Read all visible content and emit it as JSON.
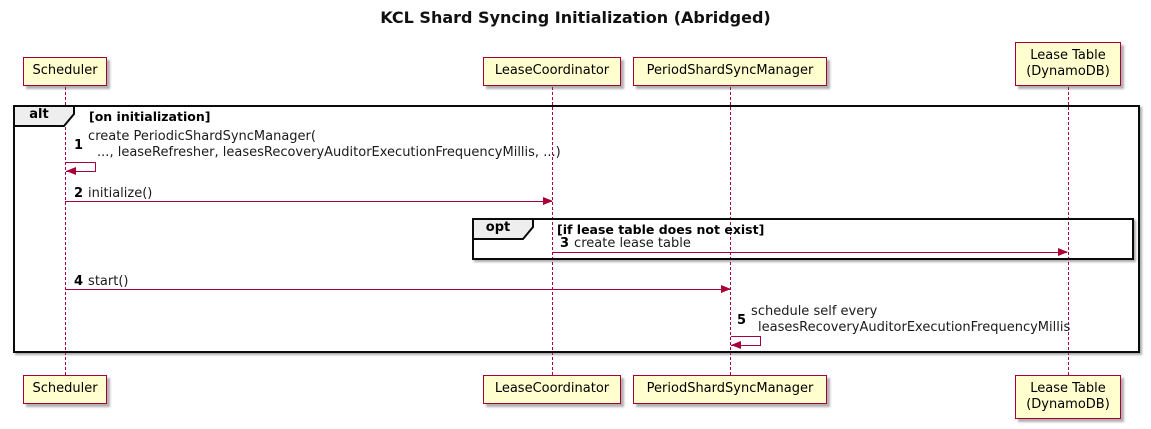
{
  "title": "KCL Shard Syncing Initialization (Abridged)",
  "colors": {
    "participant_fill": "#FEFECE",
    "participant_border": "#A80036",
    "arrow": "#A80036",
    "lifeline": "#A80036",
    "frame_border": "#0A0A0A",
    "frame_label_fill": "#EEEEEE"
  },
  "participants": {
    "scheduler": "Scheduler",
    "lease_coordinator": "LeaseCoordinator",
    "period_shard_sync_manager": "PeriodShardSyncManager",
    "lease_table_line1": "Lease Table",
    "lease_table_line2": "(DynamoDB)"
  },
  "frames": {
    "alt": {
      "operator": "alt",
      "condition": "[on initialization]"
    },
    "opt": {
      "operator": "opt",
      "condition": "[if lease table does not exist]"
    }
  },
  "messages": {
    "m1": {
      "num": "1",
      "line1": "create PeriodicShardSyncManager(",
      "line2": "..., leaseRefresher, leasesRecoveryAuditorExecutionFrequencyMillis, ...)"
    },
    "m2": {
      "num": "2",
      "text": "initialize()"
    },
    "m3": {
      "num": "3",
      "text": "create lease table"
    },
    "m4": {
      "num": "4",
      "text": "start()"
    },
    "m5": {
      "num": "5",
      "line1": "schedule self every",
      "line2": "leasesRecoveryAuditorExecutionFrequencyMillis"
    }
  }
}
